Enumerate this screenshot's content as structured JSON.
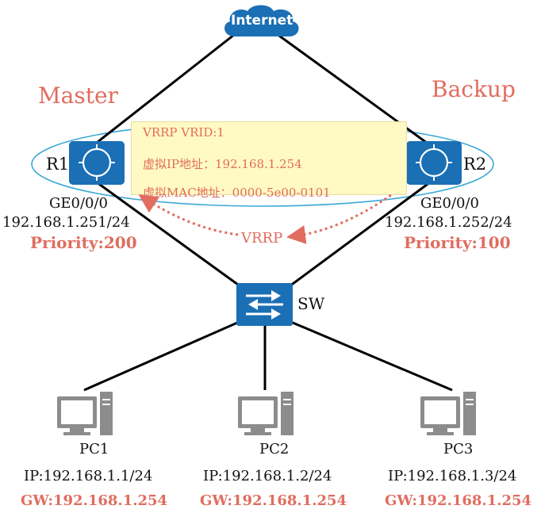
{
  "internet_label": "Internet",
  "roles": {
    "master": "Master",
    "backup": "Backup"
  },
  "vrrp_box": {
    "vrid": "VRRP VRID:1",
    "virtual_ip": "虚拟IP地址：192.168.1.254",
    "virtual_mac": "虚拟MAC地址：0000-5e00-0101"
  },
  "r1": {
    "name": "R1",
    "interface": "GE0/0/0",
    "ip": "192.168.1.251/24",
    "priority": "Priority:200"
  },
  "r2": {
    "name": "R2",
    "interface": "GE0/0/0",
    "ip": "192.168.1.252/24",
    "priority": "Priority:100"
  },
  "vrrp_link_label": "VRRP",
  "switch_label": "SW",
  "pcs": [
    {
      "name": "PC1",
      "ip": "IP:192.168.1.1/24",
      "gw": "GW:192.168.1.254"
    },
    {
      "name": "PC2",
      "ip": "IP:192.168.1.2/24",
      "gw": "GW:192.168.1.254"
    },
    {
      "name": "PC3",
      "ip": "IP:192.168.1.3/24",
      "gw": "GW:192.168.1.254"
    }
  ],
  "colors": {
    "accent_red": "#e06d5f",
    "device_blue": "#1a6fb5",
    "ellipse_blue": "#3aa7d6",
    "callout_fill": "#fff9c4"
  }
}
